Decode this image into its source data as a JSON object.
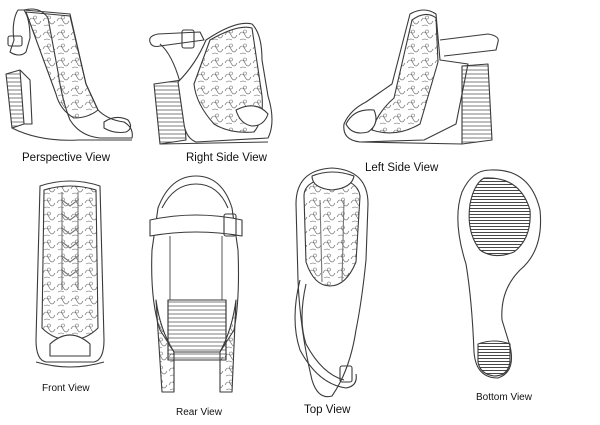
{
  "views": [
    {
      "id": "perspective",
      "label": "Perspective View"
    },
    {
      "id": "right-side",
      "label": "Right Side View"
    },
    {
      "id": "left-side",
      "label": "Left Side View"
    },
    {
      "id": "front",
      "label": "Front View"
    },
    {
      "id": "rear",
      "label": "Rear View"
    },
    {
      "id": "top",
      "label": "Top View"
    },
    {
      "id": "bottom",
      "label": "Bottom View"
    }
  ],
  "colors": {
    "line": "#3a3a3a",
    "background": "#ffffff"
  }
}
